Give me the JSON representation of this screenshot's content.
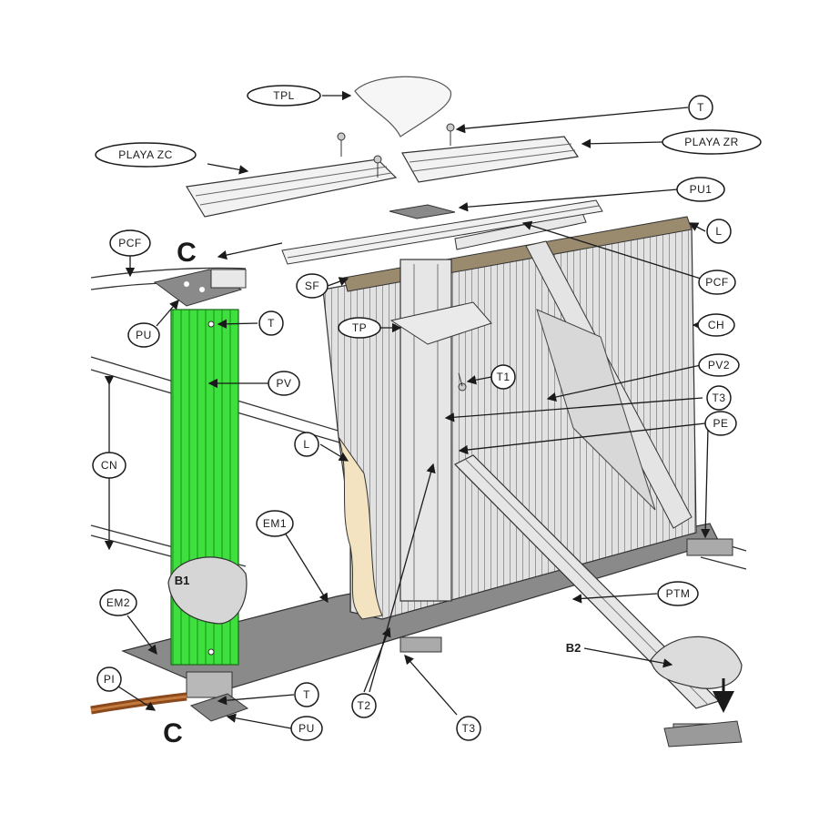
{
  "colors": {
    "highlight": "#3ee03e",
    "wall": "#d9d9d9",
    "ground": "#8a8a8a",
    "liner": "#f3e3c0",
    "coping": "#9b8b6e",
    "pipe": "#8b4a1d"
  },
  "labels": {
    "tpl": "TPL",
    "t_top": "T",
    "playa_zc": "PLAYA ZC",
    "playa_zr": "PLAYA ZR",
    "pu1": "PU1",
    "pcf_left": "PCF",
    "c_top": "C",
    "l_right": "L",
    "sf": "SF",
    "pcf_right": "PCF",
    "pu_top": "PU",
    "t_left": "T",
    "tp": "TP",
    "ch": "CH",
    "pv": "PV",
    "t1": "T1",
    "pv2": "PV2",
    "cn": "CN",
    "t3_right": "T3",
    "l_left": "L",
    "pe": "PE",
    "em1": "EM1",
    "b1": "B1",
    "em2": "EM2",
    "ptm": "PTM",
    "b2": "B2",
    "pi": "PI",
    "t_bottom": "T",
    "c_bottom": "C",
    "pu_bottom": "PU",
    "t2": "T2",
    "t3_bottom": "T3"
  }
}
